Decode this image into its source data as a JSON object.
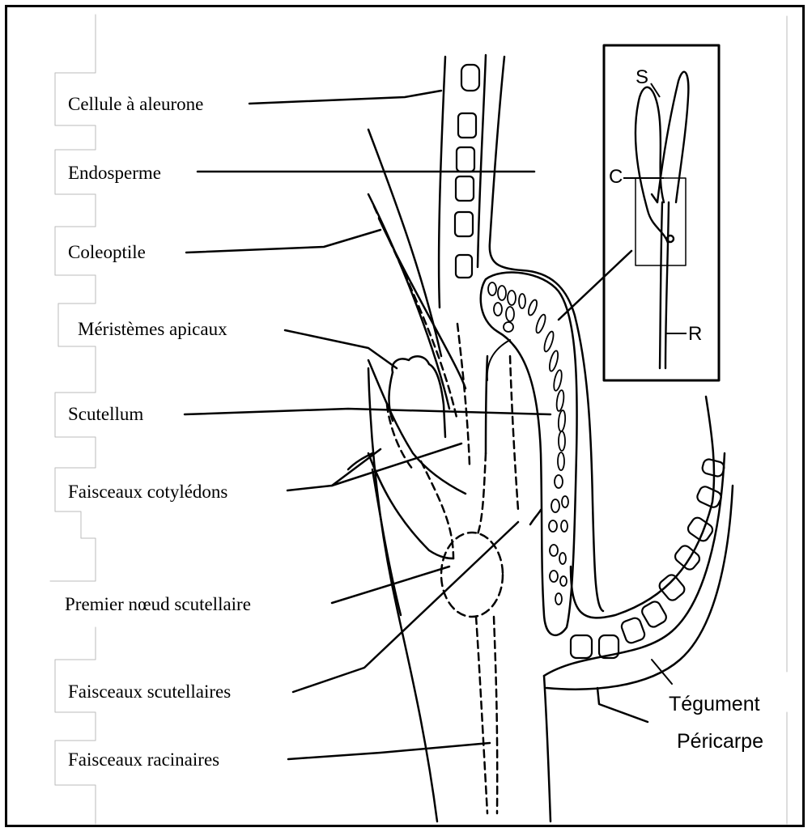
{
  "labels": {
    "aleurone": "Cellule à aleurone",
    "endosperme": "Endosperme",
    "coleoptile": "Coleoptile",
    "meristemes": "Méristèmes apicaux",
    "scutellum": "Scutellum",
    "faisceaux_cotyledons": "Faisceaux cotylédons",
    "premier_noeud": "Premier nœud scutellaire",
    "faisceaux_scutellaires": "Faisceaux scutellaires",
    "faisceaux_racinaires": "Faisceaux racinaires",
    "tegument": "Tégument",
    "pericarpe": "Péricarpe"
  },
  "inset": {
    "s": "S",
    "c": "C",
    "r": "R"
  }
}
